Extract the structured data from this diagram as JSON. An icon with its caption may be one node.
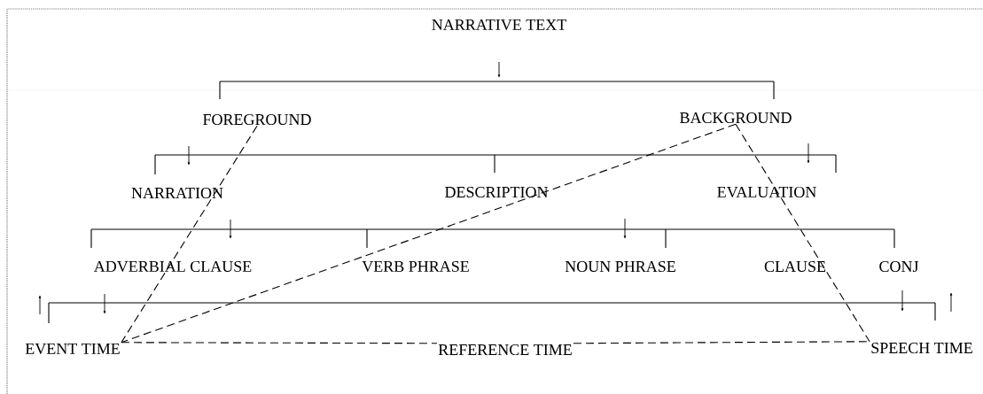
{
  "diagram": {
    "nodes": [
      {
        "text": [
          "NARRATIVE TEXT"
        ]
      },
      {
        "text": [
          "FOREGROUND"
        ]
      },
      {
        "text": [
          "BACKGROUND"
        ]
      },
      {
        "text": [
          "NARRATION"
        ]
      },
      {
        "text": [
          "DESCRIPTION"
        ]
      },
      {
        "text": [
          "EVALUATION"
        ]
      },
      {
        "text": [
          "ADVERBIAL CLAUSE"
        ]
      },
      {
        "text": [
          "VERB PHRASE"
        ]
      },
      {
        "text": [
          "NOUN PHRASE"
        ]
      },
      {
        "text": [
          "CLAUSE"
        ]
      },
      {
        "text": [
          "CONJ"
        ]
      },
      {
        "text": [
          "EVENT TIME"
        ]
      },
      {
        "text": [
          "REFERENCE TIME"
        ]
      },
      {
        "text": [
          "SPEECH TIME"
        ]
      }
    ],
    "edges": [
      {
        "from": 1,
        "to": 11,
        "arrow": "none",
        "style": "dashed"
      },
      {
        "from": 2,
        "to": 11,
        "arrow": "none",
        "style": "dashed"
      },
      {
        "from": 2,
        "to": 13,
        "arrow": "none",
        "style": "dashed"
      },
      {
        "from": 11,
        "to": 12,
        "arrow": "none",
        "style": "dashed"
      },
      {
        "from": 12,
        "to": 13,
        "arrow": "none",
        "style": "dashed"
      }
    ]
  }
}
